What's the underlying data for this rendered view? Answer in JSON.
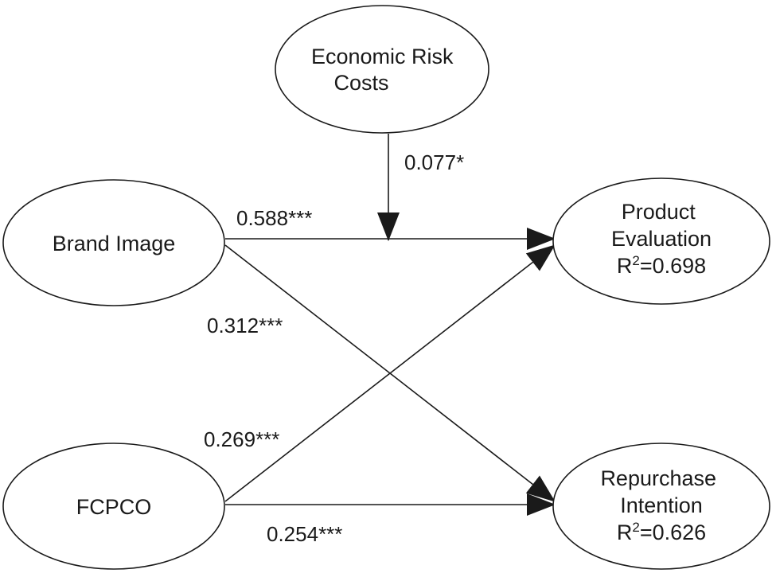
{
  "nodes": {
    "economic_risk_costs": {
      "lines": [
        "Economic Risk",
        "Costs"
      ]
    },
    "brand_image": {
      "lines": [
        "Brand Image"
      ]
    },
    "fcpco": {
      "lines": [
        "FCPCO"
      ]
    },
    "product_evaluation": {
      "lines": [
        "Product",
        "Evaluation"
      ],
      "r2_symbol": "R",
      "r2_sup": "2",
      "r2_value": "=0.698"
    },
    "repurchase_intention": {
      "lines": [
        "Repurchase",
        "Intention"
      ],
      "r2_symbol": "R",
      "r2_sup": "2",
      "r2_value": "=0.626"
    }
  },
  "paths": {
    "economic_to_moderation": "0.077*",
    "brand_to_product": "0.588***",
    "brand_to_repurchase": "0.312***",
    "fcpco_to_product": "0.269***",
    "fcpco_to_repurchase": "0.254***"
  },
  "colors": {
    "stroke": "#1a1a1a",
    "fill": "#ffffff",
    "text": "#1a1a1a"
  }
}
